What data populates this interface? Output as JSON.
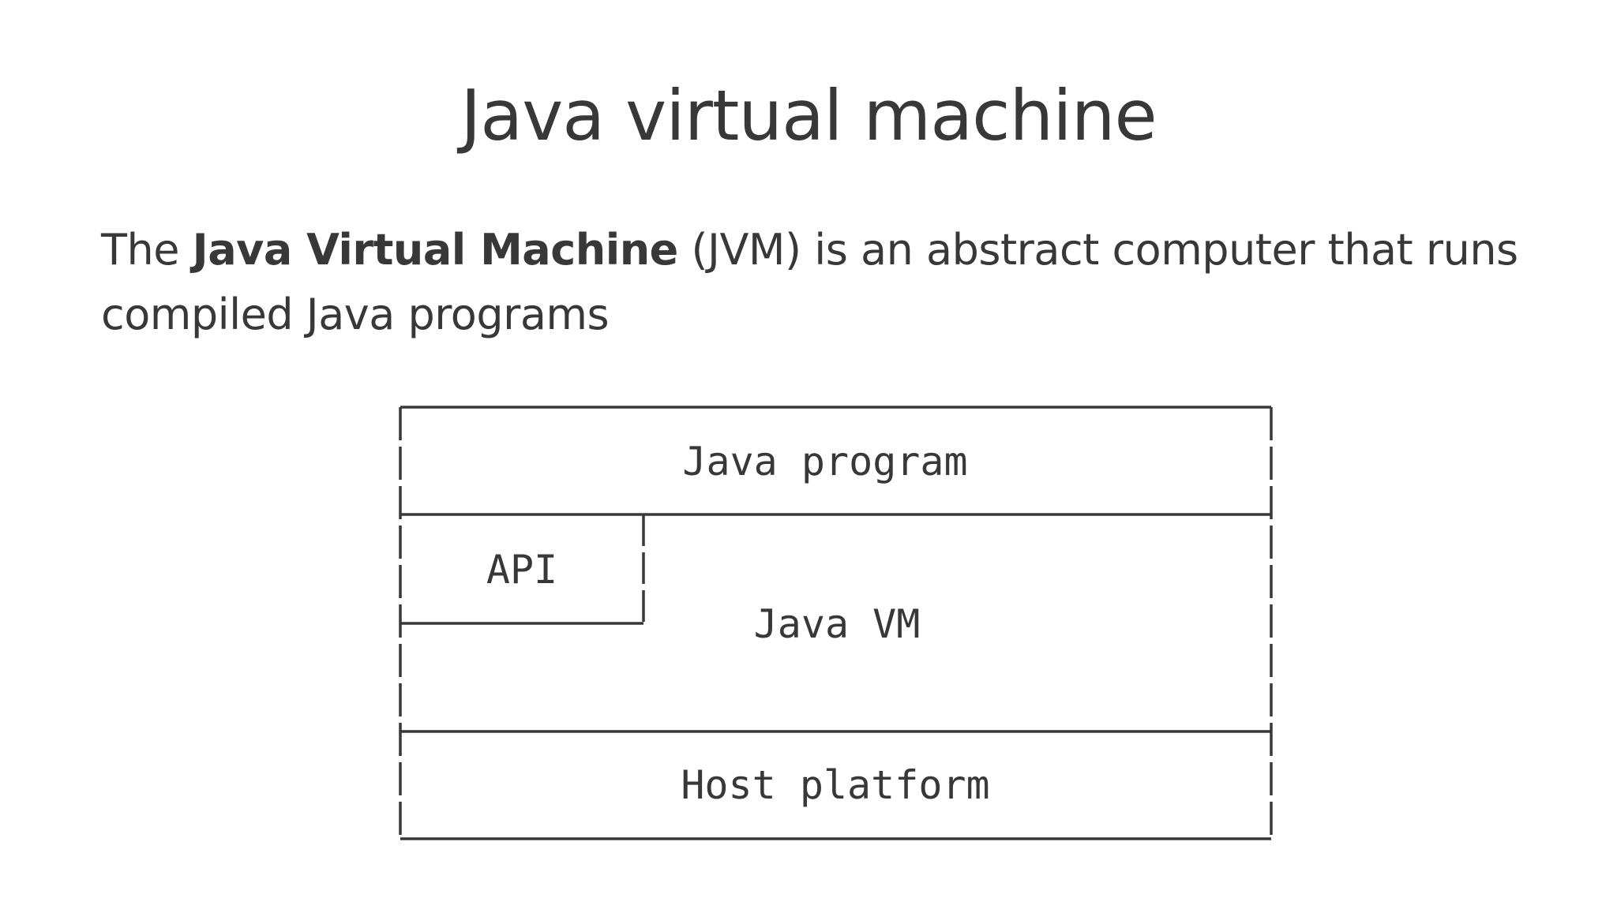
{
  "slide": {
    "title": "Java virtual machine",
    "body": {
      "prefix": "The ",
      "bold_term": "Java Virtual Machine",
      "suffix": " (JVM) is an abstract computer that runs compiled Java programs"
    }
  },
  "diagram": {
    "layers": {
      "java_program": "Java program",
      "api": "API",
      "java_vm": "Java VM",
      "host_platform": "Host platform"
    }
  }
}
